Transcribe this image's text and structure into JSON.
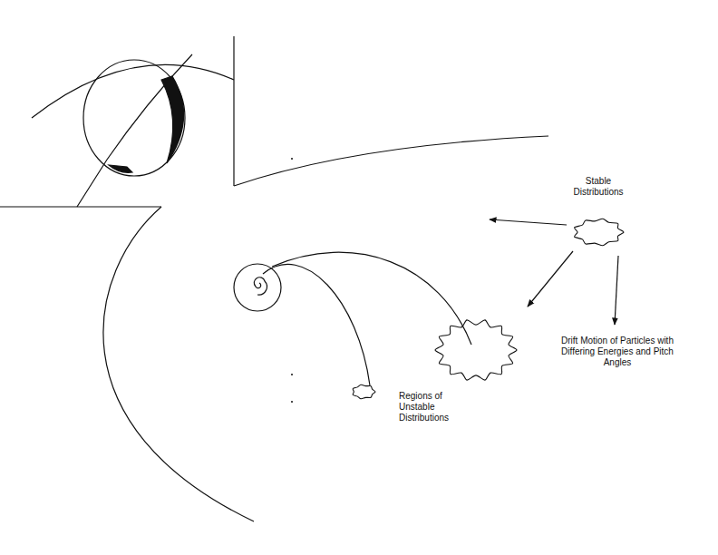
{
  "diagram": {
    "labels": [
      "Stable Distributions",
      "Drift Motion of Particles with Differing Energies and Pitch Angles",
      "Regions of Unstable Distributions"
    ]
  }
}
